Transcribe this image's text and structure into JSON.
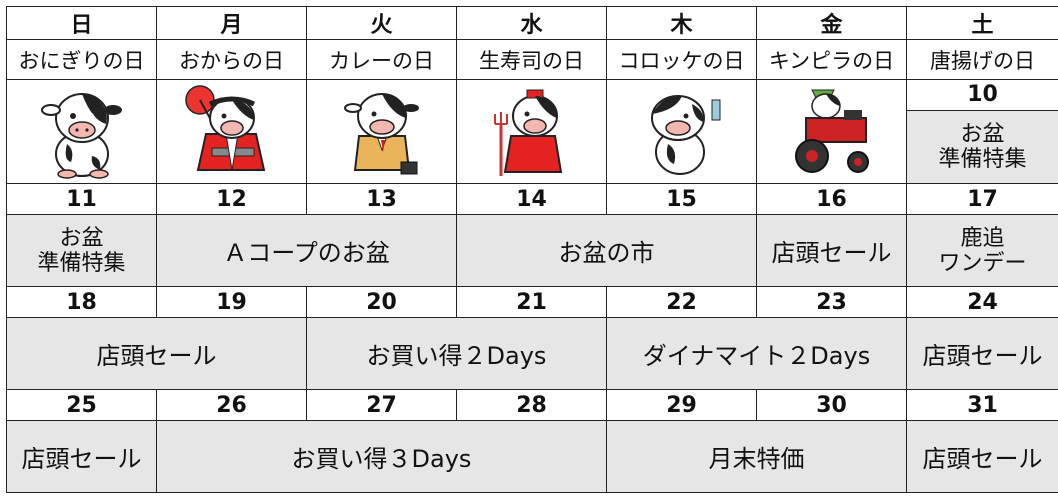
{
  "weekdays": [
    "日",
    "月",
    "火",
    "水",
    "木",
    "金",
    "土"
  ],
  "specials": [
    "おにぎりの日",
    "おからの日",
    "カレーの日",
    "生寿司の日",
    "コロッケの日",
    "キンピラの日",
    "唐揚げの日"
  ],
  "icons": [
    "cow-onigiri-icon",
    "cow-festival-icon",
    "cow-businessman-icon",
    "cow-farmer-icon",
    "cow-drink-icon",
    "cow-tractor-icon"
  ],
  "week1": {
    "sat_num": "10",
    "sat_event": [
      "お盆",
      "準備特集"
    ]
  },
  "week2": {
    "nums": [
      "11",
      "12",
      "13",
      "14",
      "15",
      "16",
      "17"
    ],
    "events": {
      "sun": [
        "お盆",
        "準備特集"
      ],
      "mon_tue": "Ａコープのお盆",
      "wed_thu": "お盆の市",
      "fri": "店頭セール",
      "sat": [
        "鹿追",
        "ワンデー"
      ]
    }
  },
  "week3": {
    "nums": [
      "18",
      "19",
      "20",
      "21",
      "22",
      "23",
      "24"
    ],
    "events": {
      "sun_mon": "店頭セール",
      "tue_wed": "お買い得２Days",
      "thu_fri": "ダイナマイト２Days",
      "sat": "店頭セール"
    }
  },
  "week4": {
    "nums": [
      "25",
      "26",
      "27",
      "28",
      "29",
      "30",
      "31"
    ],
    "events": {
      "sun": "店頭セール",
      "mon_wed": "お買い得３Days",
      "thu_fri": "月末特価",
      "sat": "店頭セール"
    }
  }
}
